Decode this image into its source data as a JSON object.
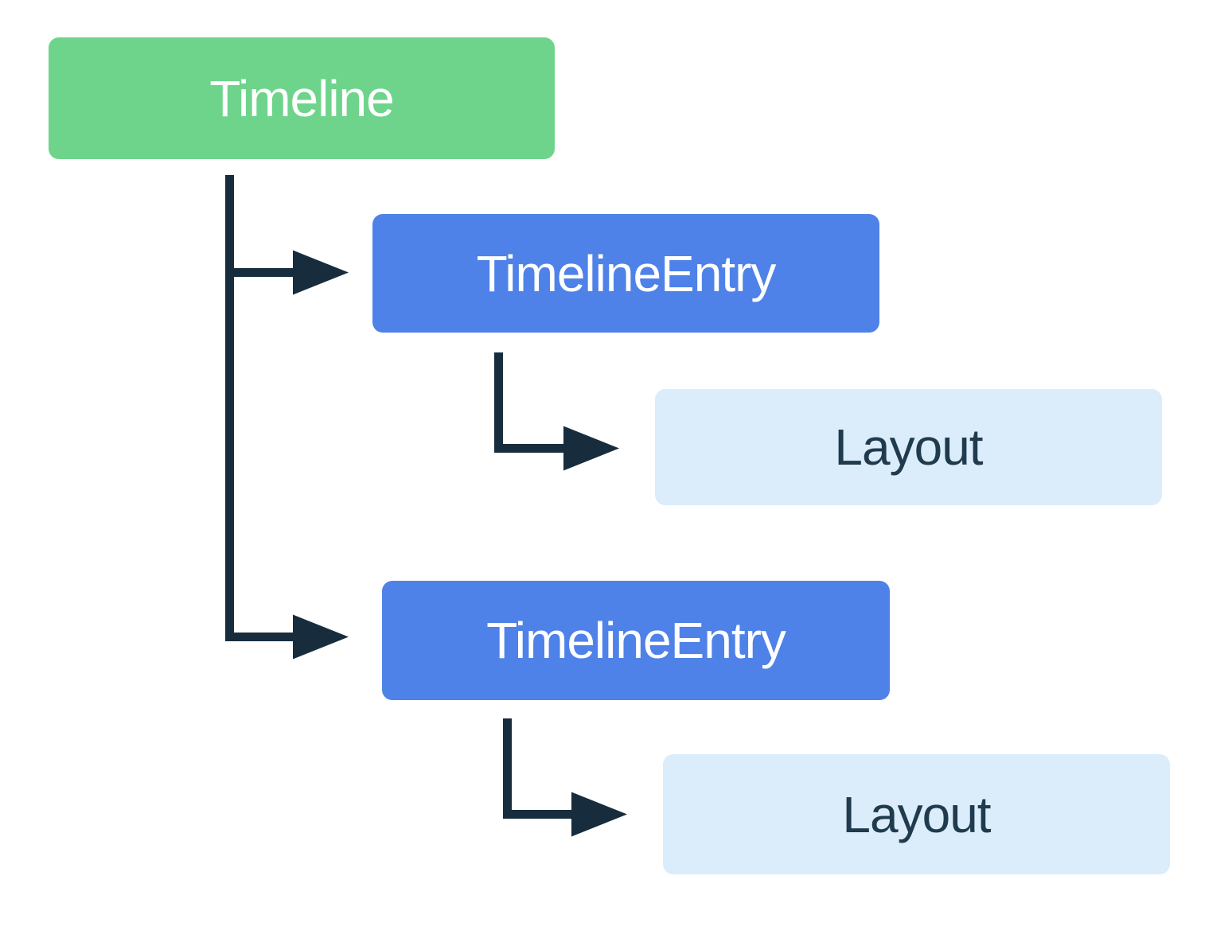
{
  "diagram": {
    "type": "tree",
    "description": "Component hierarchy tree: Timeline with two TimelineEntry children, each containing a Layout",
    "background": "#ffffff",
    "colors": {
      "timeline_fill": "#6ED48B",
      "entry_fill": "#4E82E8",
      "layout_fill": "#DBECFA",
      "connector": "#172D3E",
      "timeline_text": "#FFFFFF",
      "entry_text": "#FFFFFF",
      "layout_text": "#1F3B4D"
    },
    "nodes": [
      {
        "id": "timeline",
        "label": "Timeline",
        "level": 0,
        "parent": null
      },
      {
        "id": "timeline-entry-1",
        "label": "TimelineEntry",
        "level": 1,
        "parent": "timeline"
      },
      {
        "id": "layout-1",
        "label": "Layout",
        "level": 2,
        "parent": "timeline-entry-1"
      },
      {
        "id": "timeline-entry-2",
        "label": "TimelineEntry",
        "level": 1,
        "parent": "timeline"
      },
      {
        "id": "layout-2",
        "label": "Layout",
        "level": 2,
        "parent": "timeline-entry-2"
      }
    ],
    "edges": [
      {
        "from": "timeline",
        "to": "timeline-entry-1",
        "style": "elbow-arrow"
      },
      {
        "from": "timeline",
        "to": "timeline-entry-2",
        "style": "elbow-arrow"
      },
      {
        "from": "timeline-entry-1",
        "to": "layout-1",
        "style": "elbow-arrow"
      },
      {
        "from": "timeline-entry-2",
        "to": "layout-2",
        "style": "elbow-arrow"
      }
    ]
  }
}
